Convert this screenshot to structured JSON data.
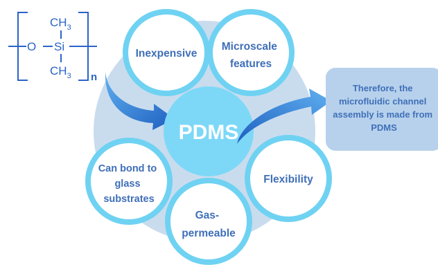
{
  "formula": {
    "ch3_top": "CH",
    "ch3_top_sub": "3",
    "o": "O",
    "si": "Si",
    "ch3_bottom": "CH",
    "ch3_bottom_sub": "3",
    "n": "n"
  },
  "center": {
    "label": "PDMS"
  },
  "petals": [
    {
      "key": "inexpensive",
      "lines": [
        "Inexpensive"
      ]
    },
    {
      "key": "microscale",
      "lines": [
        "Microscale",
        "features"
      ]
    },
    {
      "key": "flexibility",
      "lines": [
        "Flexibility"
      ]
    },
    {
      "key": "gas",
      "lines": [
        "Gas-",
        "permeable"
      ]
    },
    {
      "key": "bond",
      "lines": [
        "Can bond to",
        "glass",
        "substrates"
      ]
    }
  ],
  "conclusion": {
    "lines": [
      "Therefore, the",
      "microfluidic channel",
      "assembly is made from",
      "PDMS"
    ]
  },
  "colors": {
    "halo": "#c9dcee",
    "petal_ring": "#6fd2f2",
    "petal_fill": "#ffffff",
    "center_fill": "#7dd8f7",
    "text_blue": "#3f6fb8",
    "arrow": "#2f7fd8",
    "conclusion_box": "#b7d1ec"
  }
}
